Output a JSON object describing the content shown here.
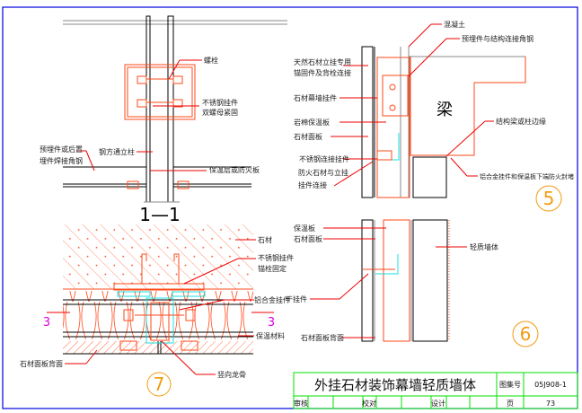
{
  "section_1": {
    "title": "1—1",
    "labels": [
      "螺栓",
      "不锈钢挂件",
      "双螺母紧固",
      "预埋件或后置",
      "埋件焊接角钢",
      "钢方通立柱",
      "保温层或防火板"
    ]
  },
  "section_5": {
    "number": "5",
    "beam_label": "梁",
    "labels": [
      "混凝土",
      "预埋件与结构连接角钢",
      "天然石材立挂专用",
      "锚固件及背栓连接",
      "石材幕墙挂件",
      "岩棉保温板",
      "石材面板",
      "不锈钢连接挂件",
      "防火石材与立挂",
      "挂件连接",
      "结构梁或柱边缘",
      "铝合金挂件和保温板下端防火封堵"
    ]
  },
  "section_6": {
    "number": "6",
    "labels": [
      "保温板",
      "石材面板",
      "轻质墙体",
      "干挂件",
      "石材面板背面"
    ]
  },
  "section_7": {
    "number": "7",
    "section_mark": "3",
    "labels": [
      "石材",
      "不锈钢挂件",
      "锚栓固定",
      "铝合金挂件",
      "保温材料",
      "石材面板背面",
      "竖向龙骨"
    ]
  },
  "title_block": {
    "title": "外挂石材装饰幕墙轻质墙体",
    "atlas_label": "图集号",
    "atlas_number": "05J908-1",
    "review": "审核",
    "check": "校对",
    "design": "设计",
    "page_label": "页",
    "page_number": "73"
  }
}
